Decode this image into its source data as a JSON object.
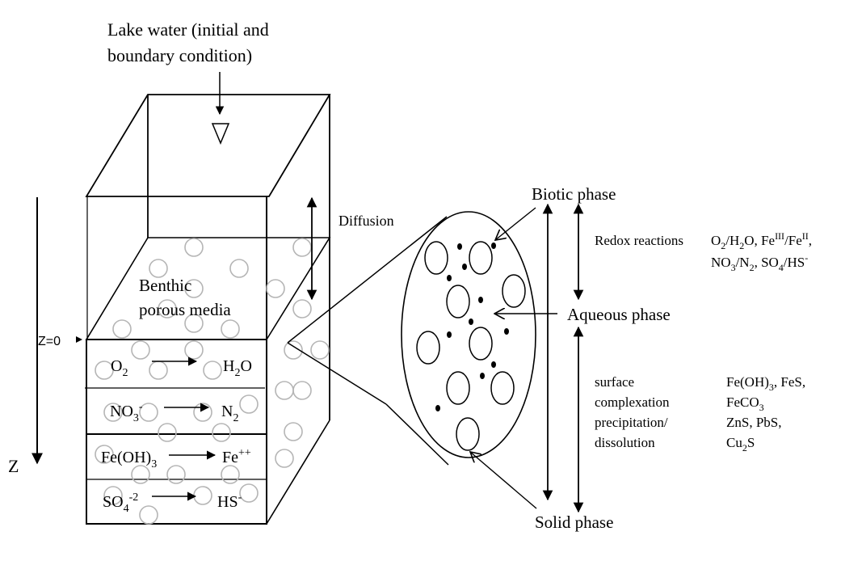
{
  "title_top": {
    "line1": "Lake water (initial and",
    "line2": "boundary condition)"
  },
  "labels": {
    "diffusion": "Diffusion",
    "benthic_line1": "Benthic",
    "benthic_line2": "porous media",
    "z0": "Z=0",
    "z_axis": "Z"
  },
  "reactions": [
    {
      "from": "O",
      "from_sub": "2",
      "from_sup": "",
      "to": "H",
      "to_sub": "2",
      "to_tail": "O",
      "to_sup": ""
    },
    {
      "from": "NO",
      "from_sub": "3",
      "from_sup": "-",
      "to": "N",
      "to_sub": "2",
      "to_tail": "",
      "to_sup": ""
    },
    {
      "from": "Fe(OH)",
      "from_sub": "3",
      "from_sup": "",
      "to": "Fe",
      "to_sub": "",
      "to_tail": "",
      "to_sup": "++"
    },
    {
      "from": "SO",
      "from_sub": "4",
      "from_sup": "-2",
      "to": "HS",
      "to_sub": "",
      "to_tail": "",
      "to_sup": "-"
    }
  ],
  "phases": {
    "biotic": "Biotic phase",
    "aqueous": "Aqueous phase",
    "solid": "Solid phase"
  },
  "processes": {
    "redox": "Redox reactions",
    "surface": [
      "surface",
      "complexation",
      "precipitation/",
      "dissolution"
    ]
  },
  "redox_couples": {
    "line1": [
      {
        "t": "O"
      },
      {
        "sub": "2"
      },
      {
        "t": "/H"
      },
      {
        "sub": "2"
      },
      {
        "t": "O, Fe"
      },
      {
        "sup": "III"
      },
      {
        "t": "/Fe"
      },
      {
        "sup": "II"
      },
      {
        "t": ","
      }
    ],
    "line2": [
      {
        "t": "NO"
      },
      {
        "sub": "3"
      },
      {
        "t": "/N"
      },
      {
        "sub": "2"
      },
      {
        "t": ", SO"
      },
      {
        "sub": "4"
      },
      {
        "t": "/HS"
      },
      {
        "sup": "-"
      }
    ]
  },
  "minerals": [
    [
      {
        "t": "Fe(OH)"
      },
      {
        "sub": "3"
      },
      {
        "t": ", FeS,"
      }
    ],
    [
      {
        "t": "FeCO"
      },
      {
        "sub": "3"
      }
    ],
    [
      {
        "t": "ZnS, PbS,"
      }
    ],
    [
      {
        "t": "Cu"
      },
      {
        "sub": "2"
      },
      {
        "t": "S"
      }
    ]
  ]
}
